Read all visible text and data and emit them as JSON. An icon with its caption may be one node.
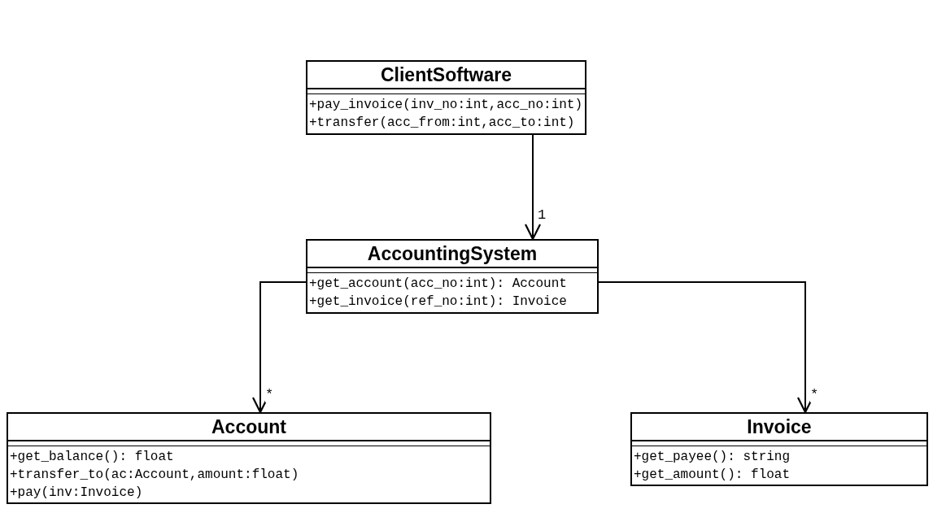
{
  "diagram": {
    "nodes": [
      {
        "text": [
          "ClientSoftware",
          "+pay_invoice(inv_no:int,acc_no:int)",
          "+transfer(acc_from:int,acc_to:int)"
        ]
      },
      {
        "text": [
          "AccountingSystem",
          "+get_account(acc_no:int): Account",
          "+get_invoice(ref_no:int): Invoice"
        ]
      },
      {
        "text": [
          "Account",
          "+get_balance(): float",
          "+transfer_to(ac:Account,amount:float)",
          "+pay(inv:Invoice)"
        ]
      },
      {
        "text": [
          "Invoice",
          "+get_payee(): string",
          "+get_amount(): float"
        ]
      }
    ],
    "edges": [
      {
        "from": 0,
        "to": 1,
        "arrow": "to",
        "label": "1"
      },
      {
        "from": 1,
        "to": 2,
        "arrow": "to",
        "label": "*"
      },
      {
        "from": 1,
        "to": 3,
        "arrow": "to",
        "label": "*"
      }
    ]
  }
}
